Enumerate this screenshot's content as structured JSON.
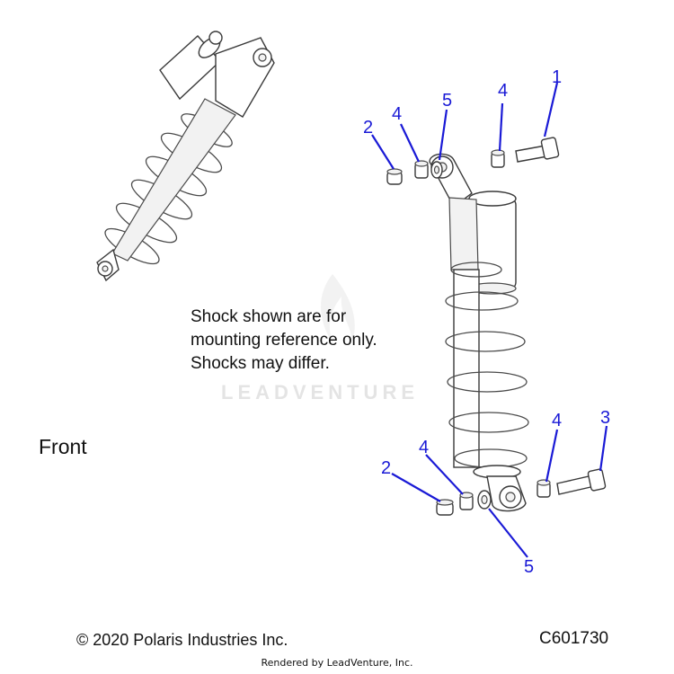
{
  "note": {
    "line1": "Shock shown are for",
    "line2": "mounting reference only.",
    "line3": "Shocks may differ."
  },
  "front_label": "Front",
  "copyright": "© 2020 Polaris Industries Inc.",
  "diagram_code": "C601730",
  "rendered_by": "Rendered by LeadVenture, Inc.",
  "watermark": "LEADVENTURE",
  "callouts": [
    "1",
    "2",
    "3",
    "4",
    "5"
  ],
  "accent_color": "#1a1ad6"
}
